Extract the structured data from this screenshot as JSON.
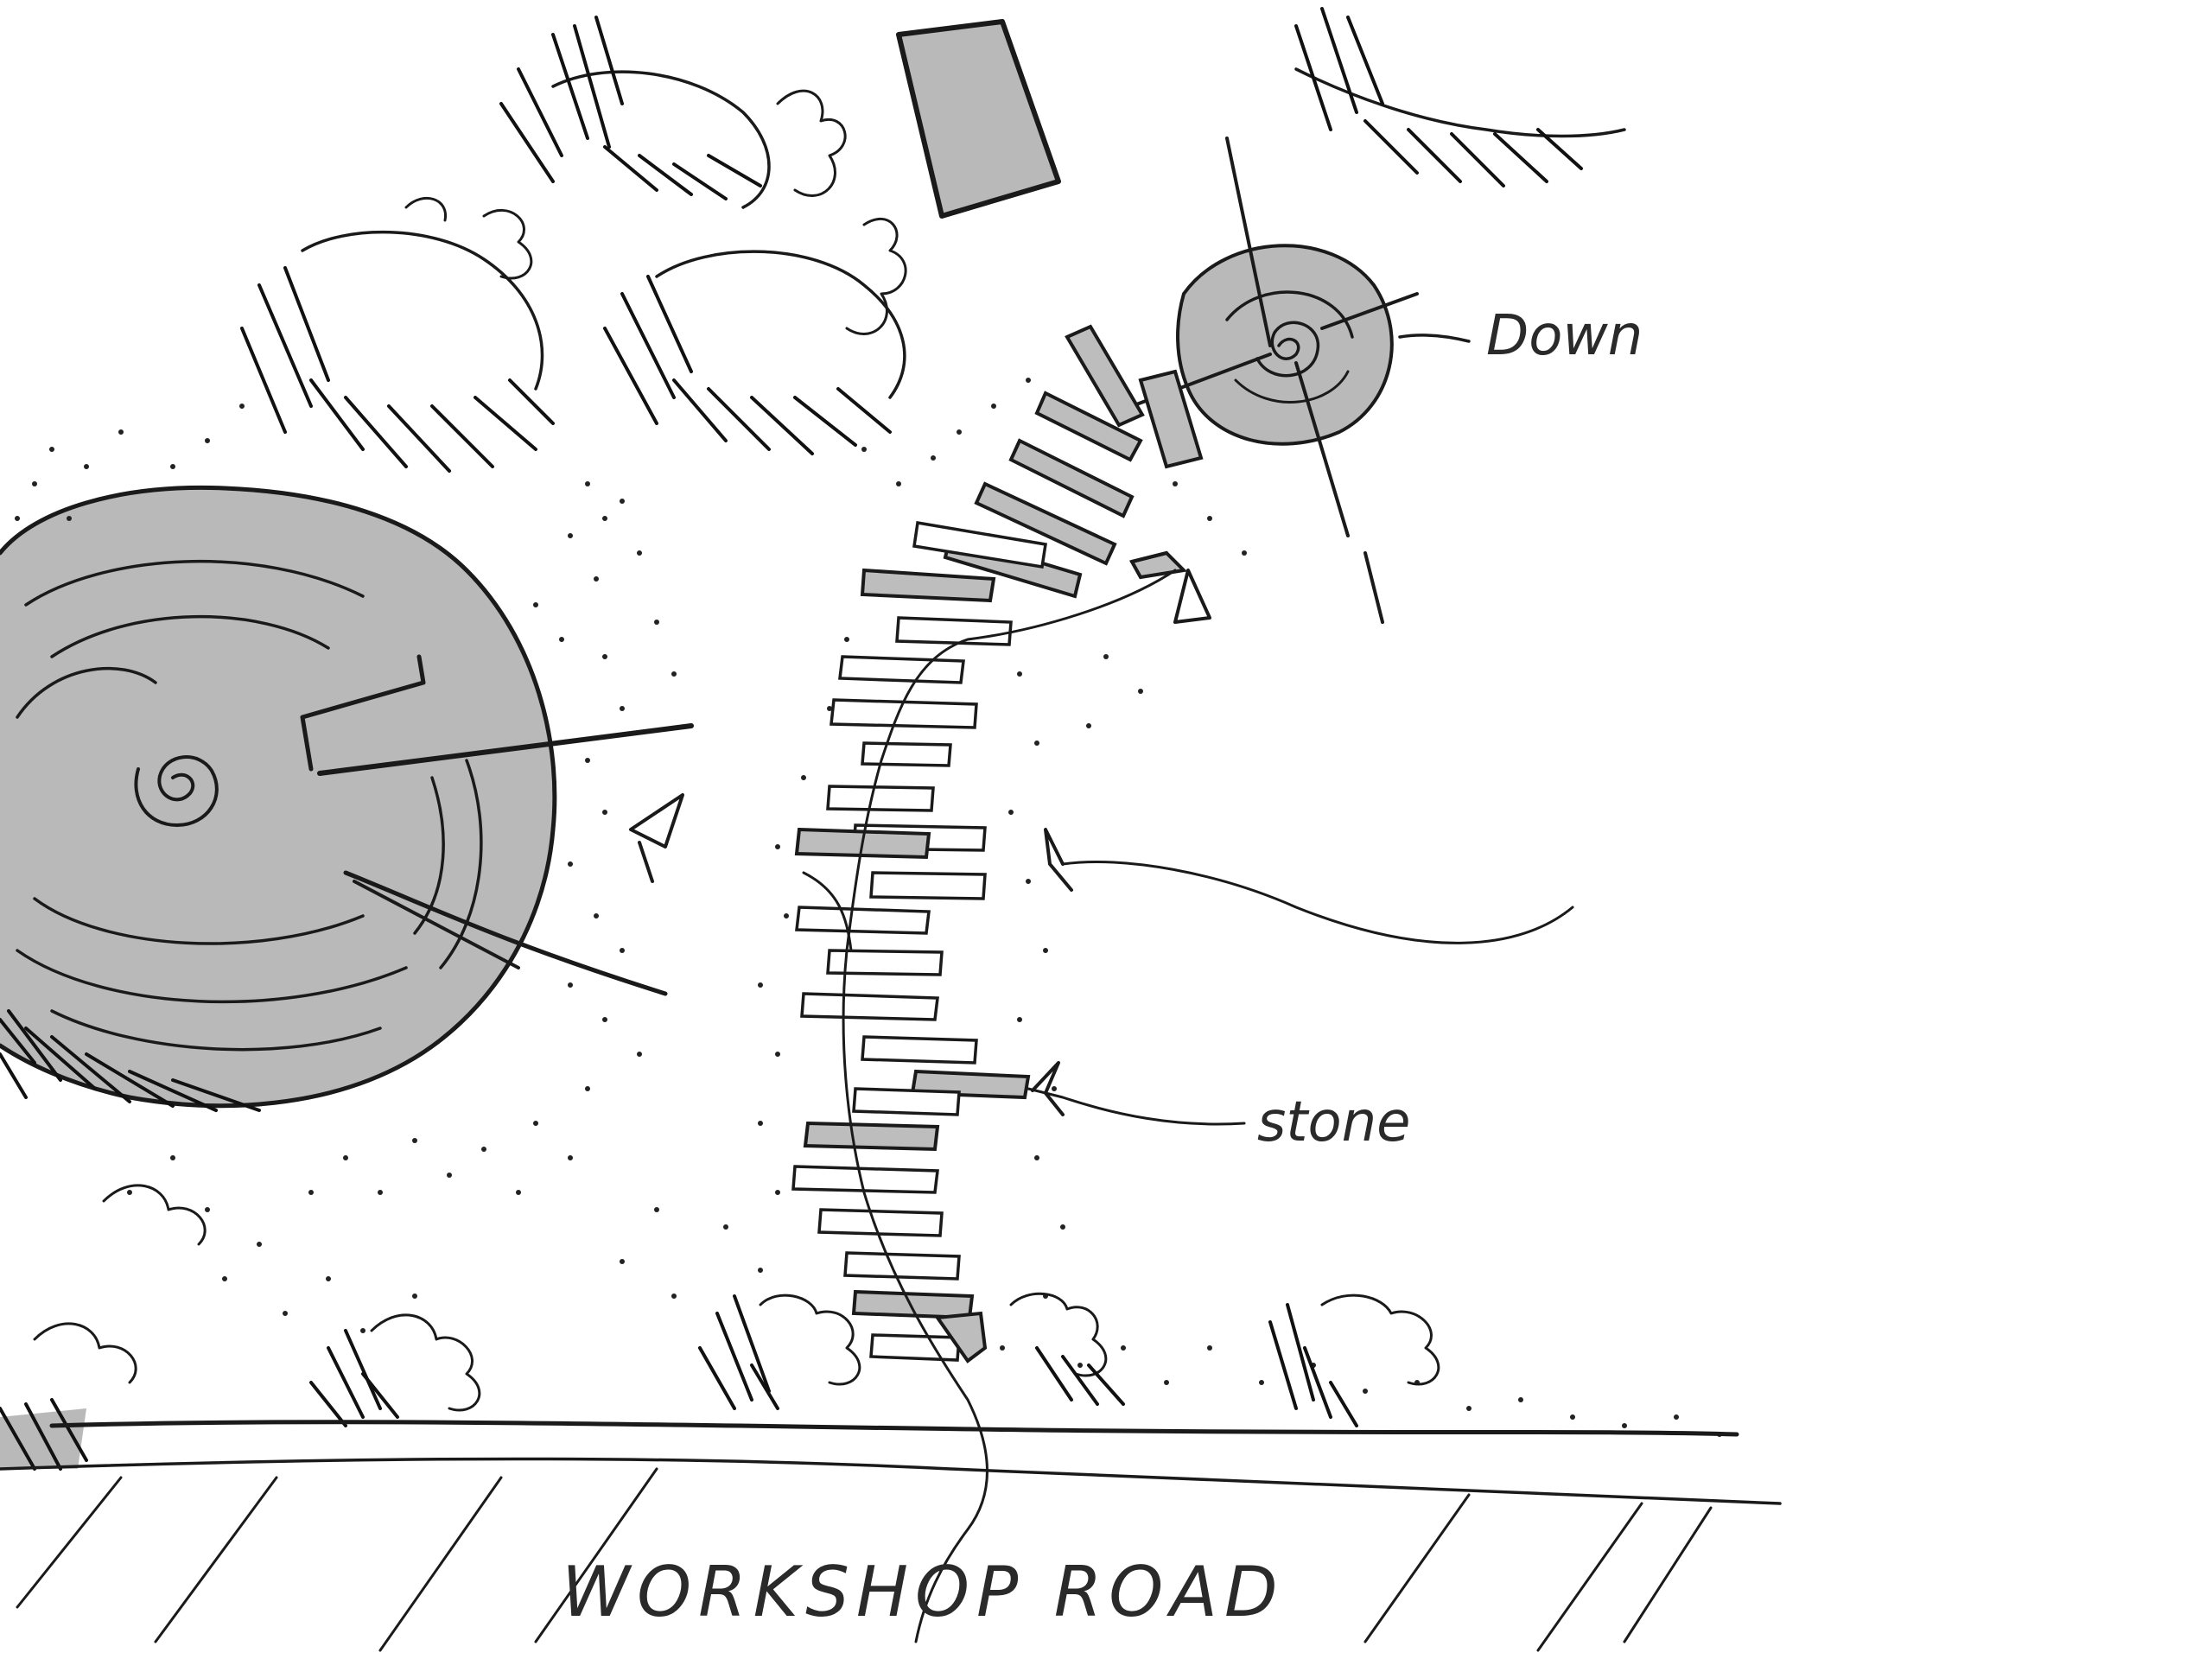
{
  "labels": {
    "down": "Down",
    "stone": "stone",
    "road": "WORKSHOP ROAD"
  },
  "colors": {
    "ink": "#1a1a1a",
    "shade": "#b9b9b9",
    "paper": "#ffffff"
  }
}
